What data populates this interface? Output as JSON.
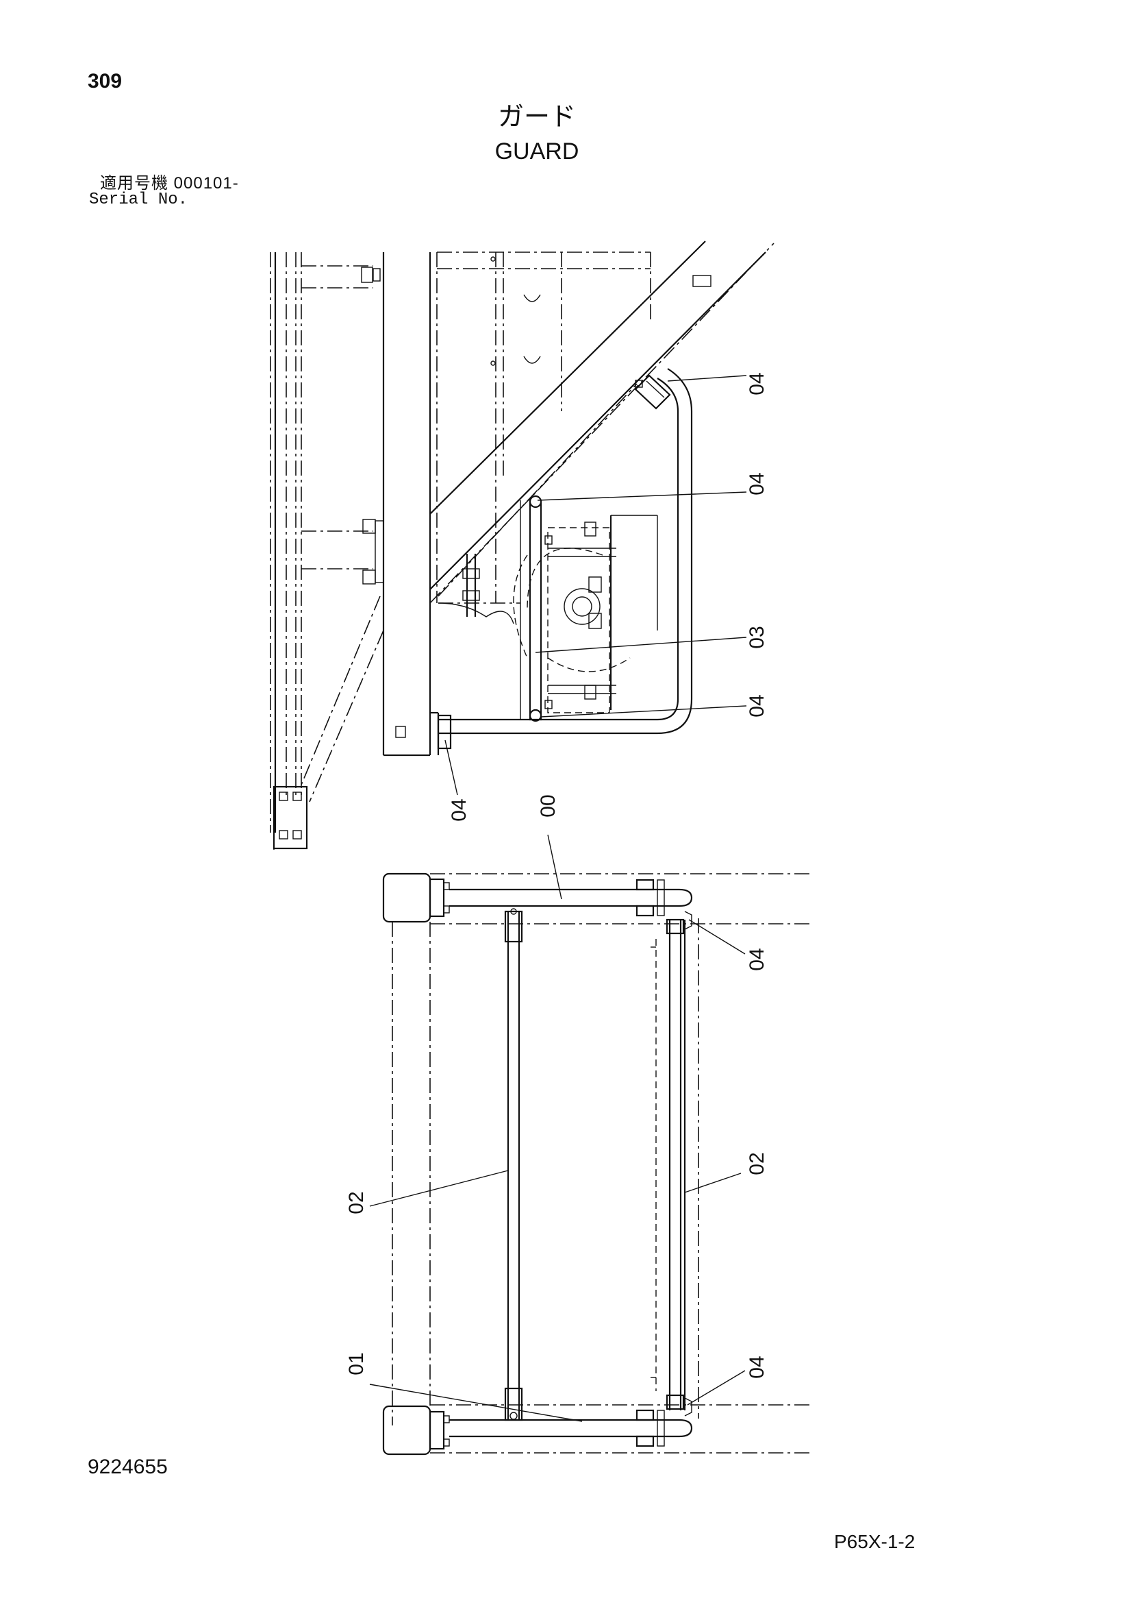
{
  "page": {
    "page_number": "309",
    "title_jp": "ガード",
    "title_en": "GUARD",
    "serial_label_jp": "適用号機  000101-",
    "serial_label_en": "Serial No.",
    "document_number": "9224655",
    "page_code": "P65X-1-2"
  },
  "callouts": {
    "upper": [
      "04",
      "04",
      "03",
      "04",
      "04"
    ],
    "lower": [
      "00",
      "04",
      "02",
      "02",
      "01",
      "04"
    ]
  }
}
